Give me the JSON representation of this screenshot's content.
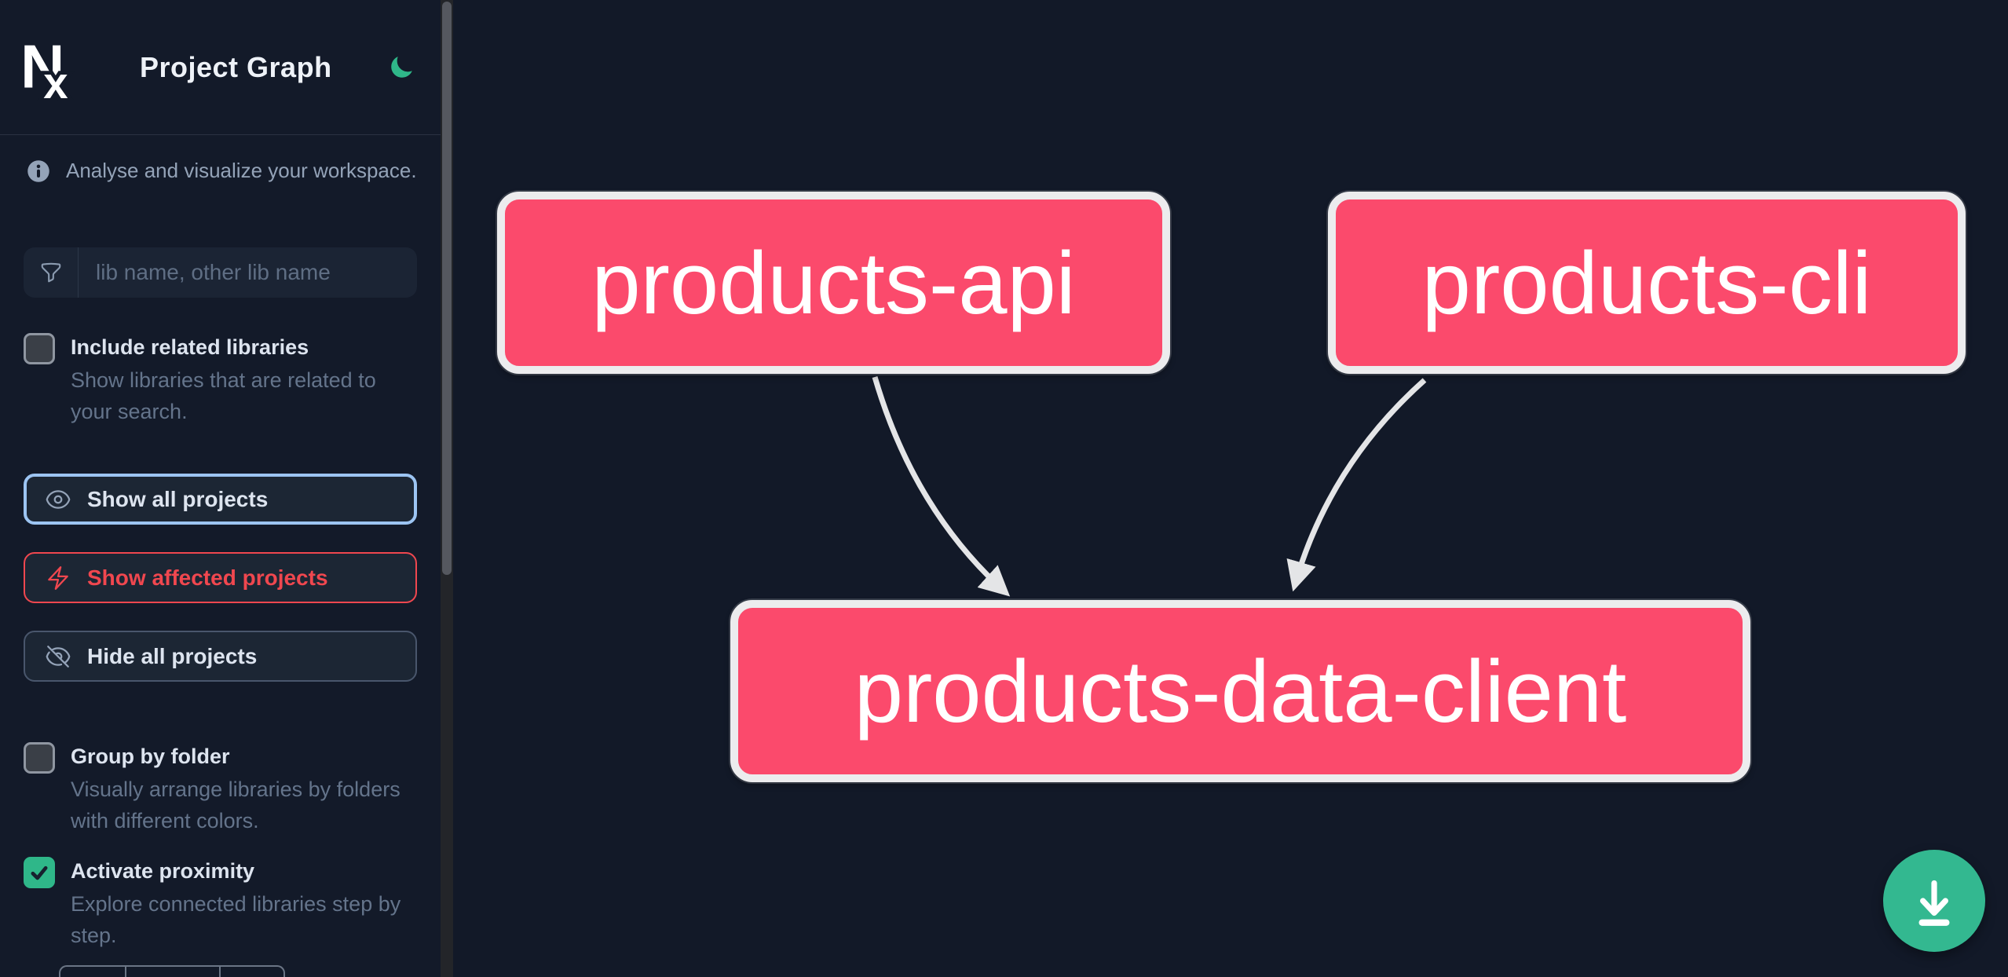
{
  "colors": {
    "background": "#121928",
    "sidebar_background": "#131a29",
    "panel": "#1c2634",
    "node_fill": "#fb4a6c",
    "node_border": "#ececee",
    "edge": "#e4e5e7",
    "accent_green": "#2fb789",
    "affected_red": "#f0474f",
    "focus_blue": "#9cc4f2",
    "text_primary": "#dde4ef",
    "text_muted": "#64748b",
    "text_info": "#94a3b8"
  },
  "header": {
    "logo_text": "Nx",
    "title": "Project Graph"
  },
  "sidebar": {
    "info_text": "Analyse and visualize your workspace.",
    "search": {
      "placeholder": "lib name, other lib name",
      "value": ""
    },
    "related_checkbox": {
      "label": "Include related libraries",
      "description": "Show libraries that are related to your search.",
      "checked": false
    },
    "buttons": {
      "show_all": "Show all projects",
      "show_affected": "Show affected projects",
      "hide_all": "Hide all projects"
    },
    "group_checkbox": {
      "label": "Group by folder",
      "description": "Visually arrange libraries by folders with different colors.",
      "checked": false
    },
    "proximity_checkbox": {
      "label": "Activate proximity",
      "description": "Explore connected libraries step by step.",
      "checked": true
    }
  },
  "graph": {
    "nodes": [
      {
        "id": "products-api",
        "label": "products-api"
      },
      {
        "id": "products-cli",
        "label": "products-cli"
      },
      {
        "id": "products-data-client",
        "label": "products-data-client"
      }
    ],
    "edges": [
      {
        "from": "products-api",
        "to": "products-data-client"
      },
      {
        "from": "products-cli",
        "to": "products-data-client"
      }
    ]
  }
}
